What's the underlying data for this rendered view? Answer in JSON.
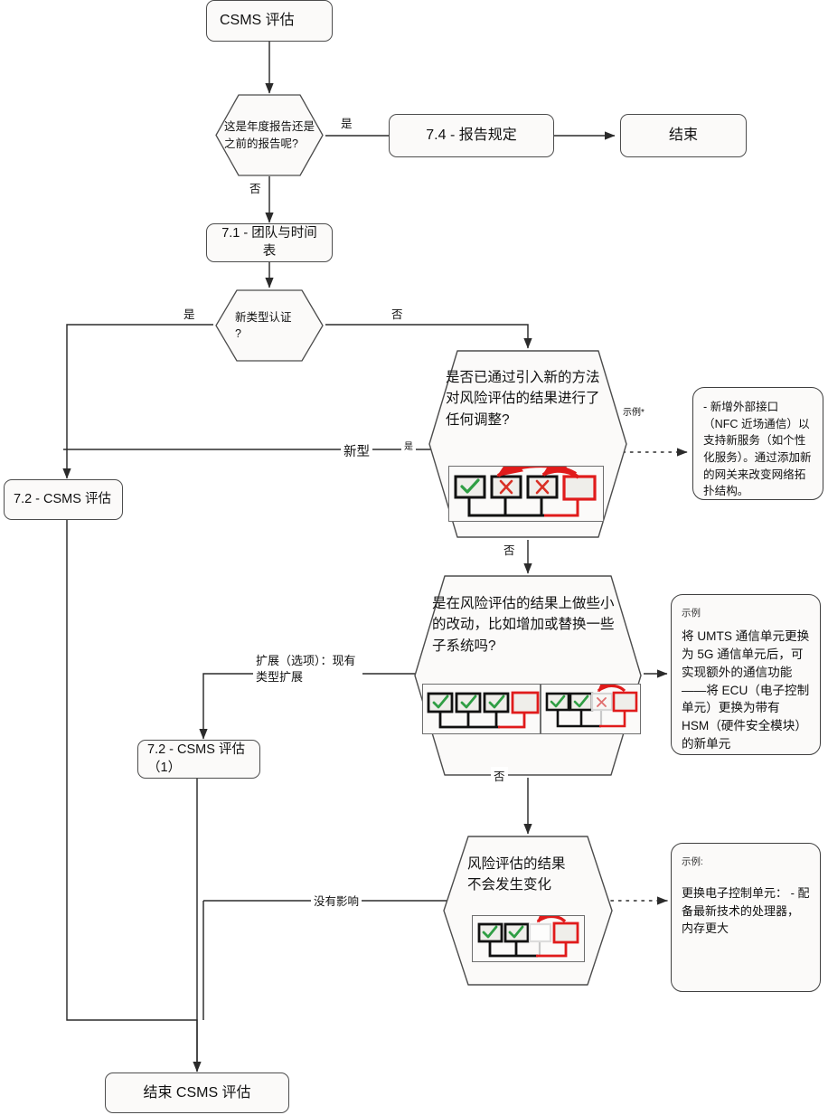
{
  "diagram": {
    "title": "CSMS 评估流程图",
    "colors": {
      "stroke": "#4d4d4d",
      "node_fill": "#fbfaf9",
      "accent_red": "#e01b1b",
      "check_green": "#2f9e44",
      "x_red": "#d93025",
      "box_fill": "#efeeea"
    }
  },
  "nodes": {
    "start": {
      "label": "CSMS 评估"
    },
    "d_annual": {
      "label": "这是年度报告还是\n之前的报告呢?"
    },
    "p_74": {
      "label": "7.4 - 报告规定"
    },
    "end_top": {
      "label": "结束"
    },
    "p_71": {
      "label": "7.1 - 团队与时间表"
    },
    "d_newtype": {
      "label": "新类型认证\n?"
    },
    "d_q1": {
      "label": "是否已通过引入新的方法对风险评估的结果进行了任何调整?"
    },
    "d_q2": {
      "label": "是在风险评估的结果上做些小的改动，比如增加或替换一些子系统吗?"
    },
    "d_q3": {
      "label": "风险评估的结果\n不会发生变化"
    },
    "p_72": {
      "label": "7.2 - CSMS 评估"
    },
    "p_72_1": {
      "label": "7.2 - CSMS 评估（1）"
    },
    "end_bottom": {
      "label": "结束 CSMS 评估"
    }
  },
  "notes": {
    "note1": {
      "title": "示例*",
      "body": "- 新增外部接口（NFC 近场通信）以支持新服务（如个性化服务）。通过添加新的网关来改变网络拓扑结构。"
    },
    "note2": {
      "title": "示例",
      "body": "将 UMTS 通信单元更换为 5G 通信单元后，可实现额外的通信功能——将 ECU（电子控制单元）更换为带有 HSM（硬件安全模块）的新单元"
    },
    "note3": {
      "title": "示例:",
      "body": "更换电子控制单元： - 配备最新技术的处理器，内存更大"
    }
  },
  "edge_labels": {
    "yes_annual": "是",
    "no_annual": "否",
    "yes_newtype": "是",
    "no_newtype": "否",
    "newtype_branch": "新型",
    "yes_q1": "是",
    "no_q1": "否",
    "no_q2": "否",
    "extend_branch": "扩展（选项）：现有类型扩展",
    "no_impact": "没有影响"
  },
  "illustrations": {
    "q1": {
      "caption": "四个子系统：一个通过、两个失败、一个新增红框，带两条红色回流箭头",
      "cells": [
        {
          "mark": "check"
        },
        {
          "mark": "x"
        },
        {
          "mark": "x"
        },
        {
          "mark": "none",
          "highlight": "red"
        }
      ],
      "arcs": 2
    },
    "q2": {
      "caption": "左侧面板三个通过加一个新增红框；右侧面板两个通过、一个淡化失败、一个红框替换",
      "panel_left": {
        "cells": [
          {
            "mark": "check"
          },
          {
            "mark": "check"
          },
          {
            "mark": "check"
          },
          {
            "mark": "none",
            "highlight": "red"
          }
        ],
        "arcs": 0
      },
      "panel_right": {
        "cells": [
          {
            "mark": "check"
          },
          {
            "mark": "check"
          },
          {
            "mark": "x",
            "faded": true
          },
          {
            "mark": "none",
            "highlight": "red"
          }
        ],
        "arcs": 1
      }
    },
    "q3": {
      "caption": "两个通过、一个淡化空白、一个红框替换，带一条红色回流箭头",
      "cells": [
        {
          "mark": "check"
        },
        {
          "mark": "check"
        },
        {
          "mark": "none",
          "faded": true
        },
        {
          "mark": "none",
          "highlight": "red"
        }
      ],
      "arcs": 1
    }
  }
}
